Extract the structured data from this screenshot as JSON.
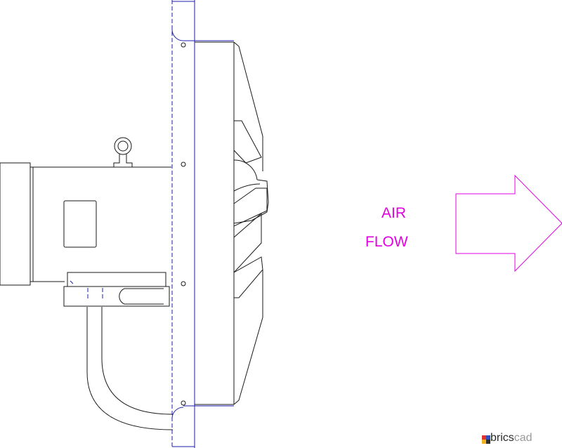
{
  "labels": {
    "air": "AIR",
    "flow": "FLOW"
  },
  "watermark": {
    "part1": "brics",
    "part2": "cad"
  },
  "colors": {
    "outline": "#1a1a1a",
    "frame": "#1e1ea8",
    "annotation": "#e000e0"
  },
  "icons": {
    "flow_arrow": "right-arrow-outline",
    "logo_mark": "bricscad-logo-icon"
  }
}
